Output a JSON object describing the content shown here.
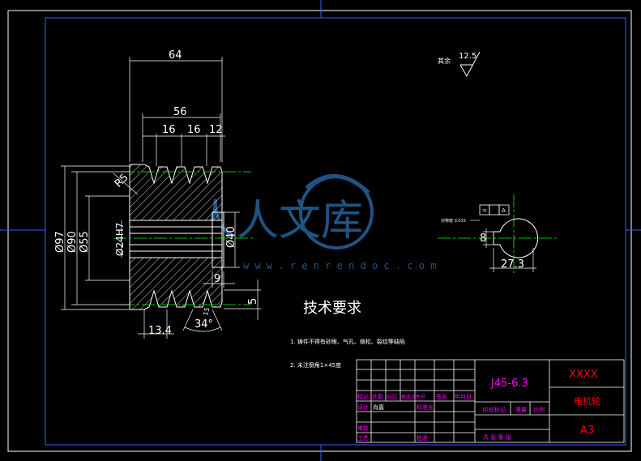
{
  "colors": {
    "background": "#000000",
    "outline": "#ffffff",
    "centerline": "#00ff00",
    "border": "#0000ff",
    "magenta": "#ff00ff",
    "red": "#ff0000",
    "cyan": "#00ffff",
    "watermark": "#2a6fb0"
  },
  "section_view": {
    "dims": {
      "width_overall": "64",
      "width_teeth": "56",
      "pitch_1": "16",
      "pitch_2": "16",
      "pitch_3": "12",
      "radius": "R5",
      "dia_97": "Ø97",
      "dia_90": "Ø90",
      "dia_55": "Ø55",
      "bore": "Ø24H7",
      "hub": "Ø40",
      "hub_width": "9",
      "tooth_height": "5",
      "tooth_base": "13.4",
      "angle": "34°",
      "small_label": "15"
    }
  },
  "surface": {
    "label": "其余",
    "value": "12.5"
  },
  "side_view": {
    "tolerance_text": "对称度 0.015",
    "tol_box_1": "=",
    "tol_box_2": "A",
    "key_width": "8",
    "key_depth": "27.3"
  },
  "requirements": {
    "heading": "技术要求",
    "item1": "1.  铸件不得有砂眼、气孔、缩松、裂纹等缺陷",
    "item2": "2.  未注倒角1×45度"
  },
  "watermark": {
    "text": "人人文库",
    "url": "w w w . r e n r e n d o c . c o m"
  },
  "title_block": {
    "material": "J45-6.3",
    "company": "XXXX",
    "part_name": "电机轮",
    "sheet_size": "A3",
    "row_labels": [
      "标记",
      "处数",
      "分区",
      "更改文件号",
      "签名",
      "年月日"
    ],
    "design": "设计",
    "design_name": "肖嘉",
    "standard": "标准化",
    "review": "审核",
    "process": "工艺",
    "approve": "批准",
    "stage": "阶段标记",
    "weight": "重量",
    "scale": "比例",
    "sheets": "共   张 第   张"
  }
}
